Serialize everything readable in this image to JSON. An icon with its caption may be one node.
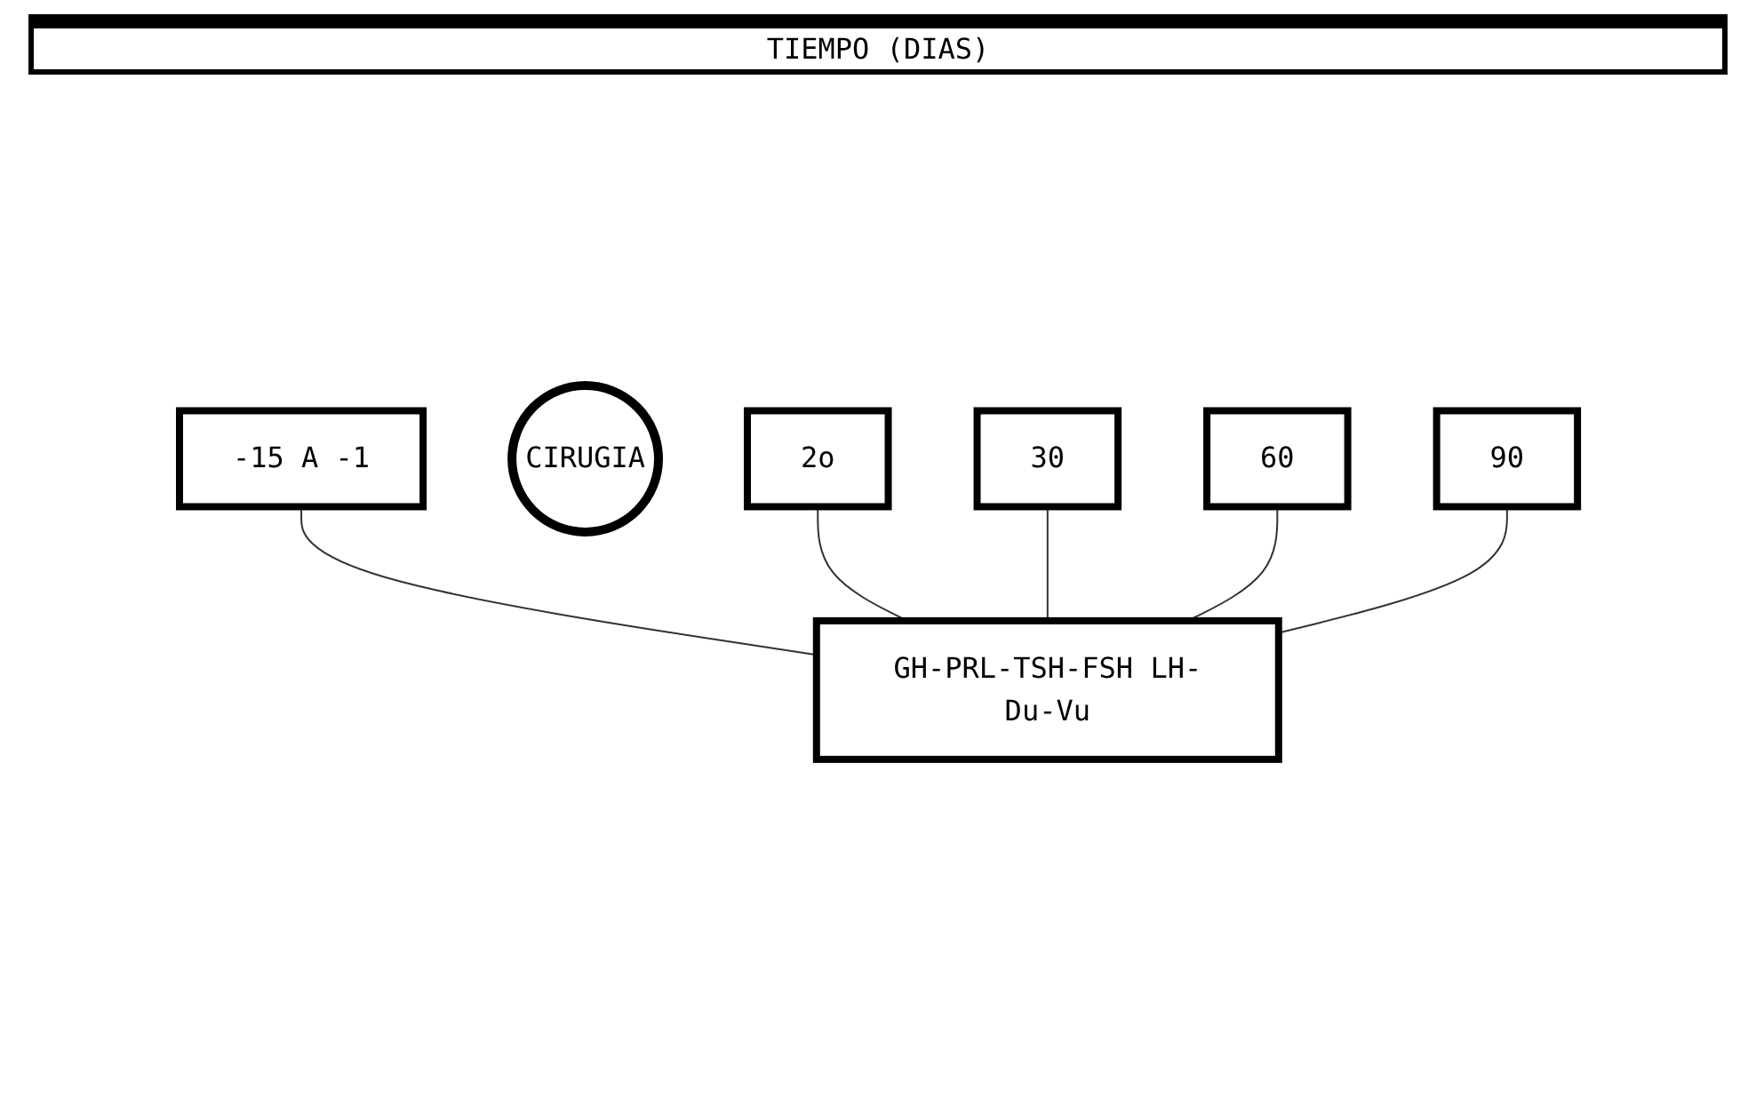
{
  "diagram": {
    "title": "TIEMPO (DIAS)",
    "nodes": [
      {
        "text": [
          "-15 A -1"
        ]
      },
      {
        "text": [
          "CIRUGIA"
        ]
      },
      {
        "text": [
          "2o"
        ]
      },
      {
        "text": [
          "30"
        ]
      },
      {
        "text": [
          "60"
        ]
      },
      {
        "text": [
          "90"
        ]
      },
      {
        "text": [
          "GH-PRL-TSH-FSH LH-Du-Vu"
        ]
      }
    ],
    "edges": [
      {
        "from": 0,
        "to": 6,
        "arrow": "none"
      },
      {
        "from": 2,
        "to": 6,
        "arrow": "none"
      },
      {
        "from": 3,
        "to": 6,
        "arrow": "none"
      },
      {
        "from": 4,
        "to": 6,
        "arrow": "none"
      },
      {
        "from": 5,
        "to": 6,
        "arrow": "none"
      }
    ]
  }
}
